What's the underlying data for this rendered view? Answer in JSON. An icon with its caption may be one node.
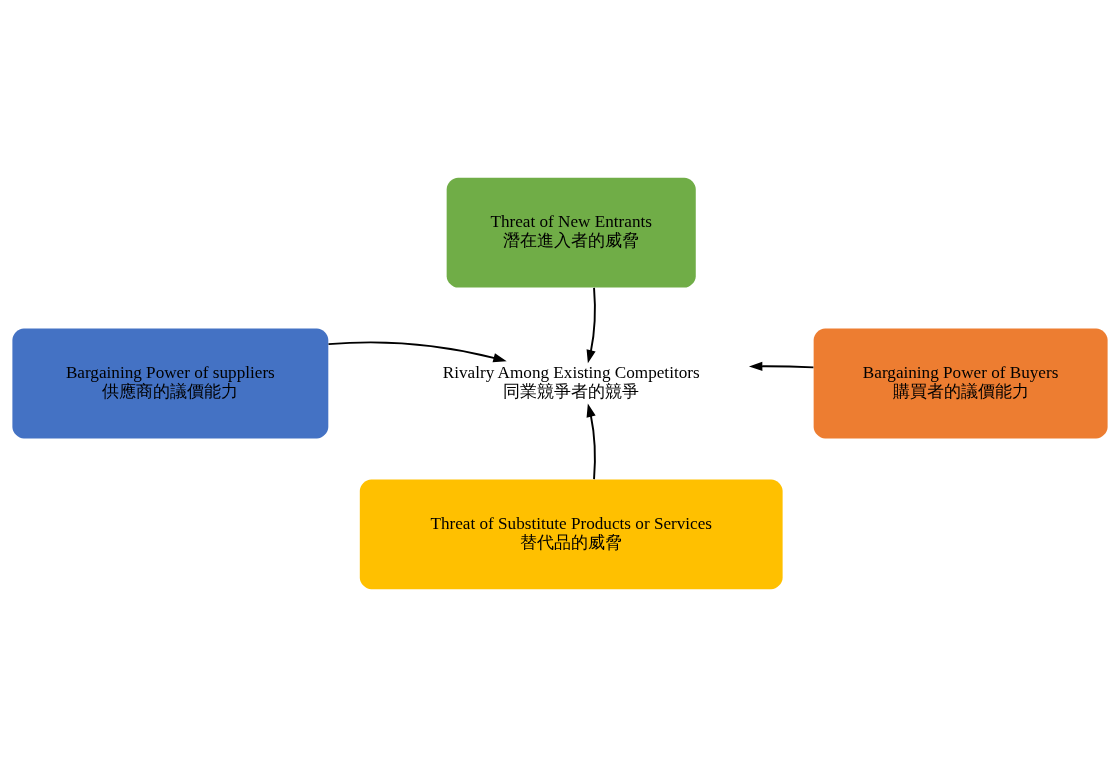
{
  "diagram": {
    "nodes": [
      {
        "text": [
          "Threat of New Entrants",
          "潛在進入者的威脅"
        ]
      },
      {
        "text": [
          "Bargaining Power of suppliers",
          "供應商的議價能力"
        ]
      },
      {
        "text": [
          "Rivalry Among Existing Competitors",
          "同業競爭者的競爭"
        ]
      },
      {
        "text": [
          "Bargaining Power of Buyers",
          "購買者的議價能力"
        ]
      },
      {
        "text": [
          "Threat of Substitute Products or Services",
          "替代品的威脅"
        ]
      }
    ],
    "edges": [
      {
        "from": 0,
        "to": 2,
        "arrow": "to"
      },
      {
        "from": 1,
        "to": 2,
        "arrow": "to"
      },
      {
        "from": 3,
        "to": 2,
        "arrow": "to"
      },
      {
        "from": 4,
        "to": 2,
        "arrow": "to"
      }
    ]
  }
}
